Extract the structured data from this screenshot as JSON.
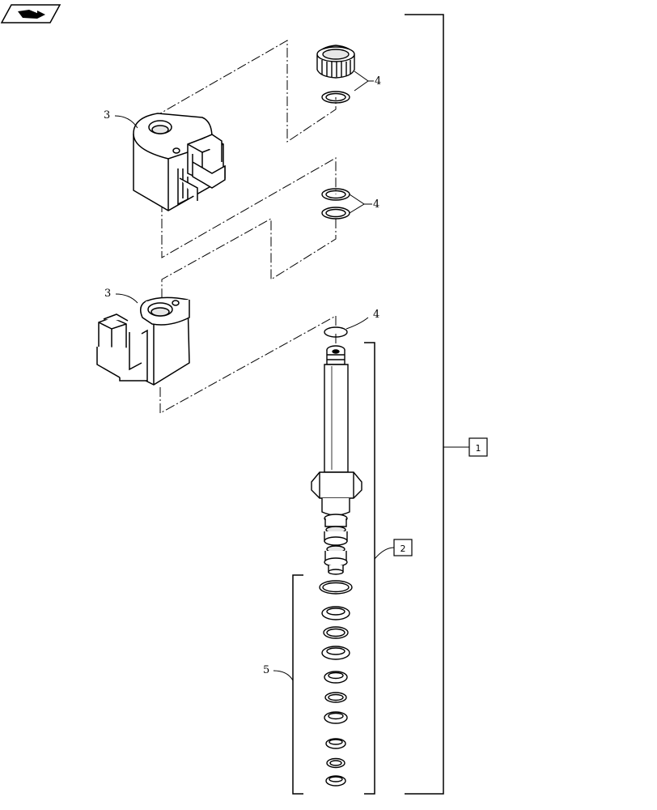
{
  "callouts": {
    "solenoid_coil_upper": "3",
    "solenoid_coil_lower": "3",
    "nut_and_seal_top": "4",
    "seal_pair_middle": "4",
    "seal_single": "4",
    "seal_kit": "5"
  },
  "boxed_callouts": {
    "assembly_main": "1",
    "cartridge_valve": "2"
  },
  "colors": {
    "line": "#000000",
    "background": "#ffffff",
    "part_fill": "#ffffff",
    "part_shade": "#e6e6e6"
  },
  "icons": {
    "corner": "book-arrow-icon"
  }
}
